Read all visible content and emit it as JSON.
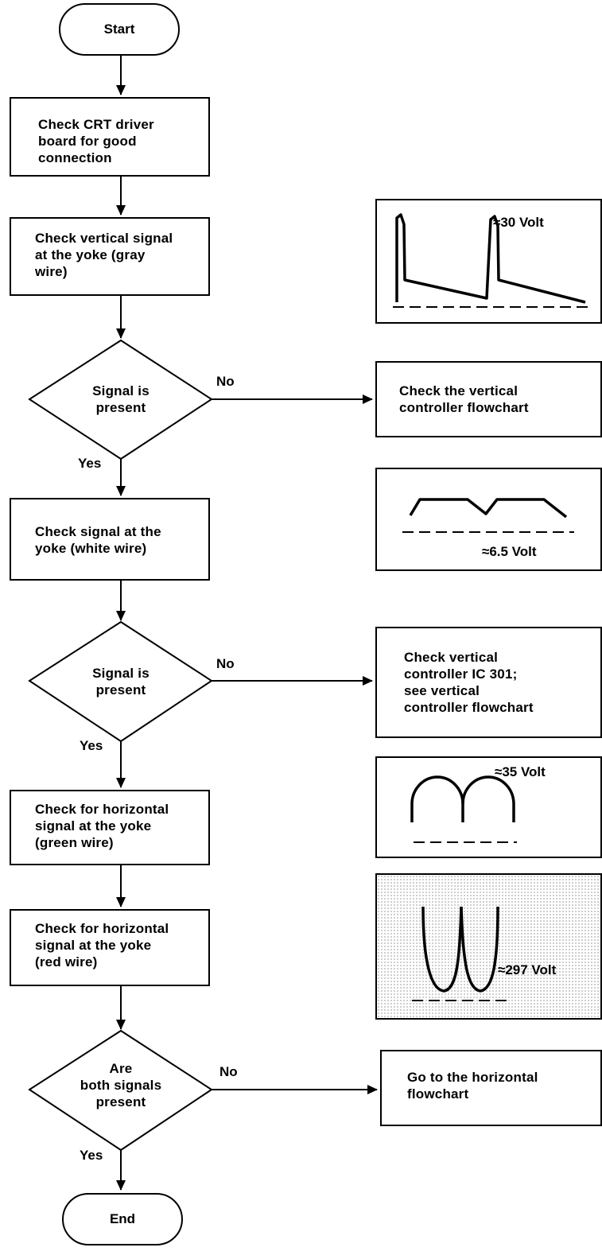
{
  "start": "Start",
  "end": "End",
  "steps": {
    "s1": "Check CRT driver\nboard for good\nconnection",
    "s2": "Check vertical signal\nat the yoke (gray\nwire)",
    "s3": "Check signal at the\nyoke (white wire)",
    "s4": "Check for horizontal\nsignal at the yoke\n(green wire)",
    "s5": "Check for horizontal\nsignal at the yoke\n(red wire)"
  },
  "decisions": {
    "d1": "Signal is\npresent",
    "d2": "Signal is\npresent",
    "d3": "Are\nboth signals\npresent"
  },
  "side_actions": {
    "a1": "Check the vertical\ncontroller flowchart",
    "a2": "Check vertical\ncontroller IC 301;\nsee vertical\ncontroller flowchart",
    "a3": "Go to the horizontal\nflowchart"
  },
  "branch_labels": {
    "yes": "Yes",
    "no": "No"
  },
  "waveforms": {
    "w1": "≈30 Volt",
    "w2": "≈6.5 Volt",
    "w3": "≈35 Volt",
    "w4": "≈297 Volt"
  }
}
